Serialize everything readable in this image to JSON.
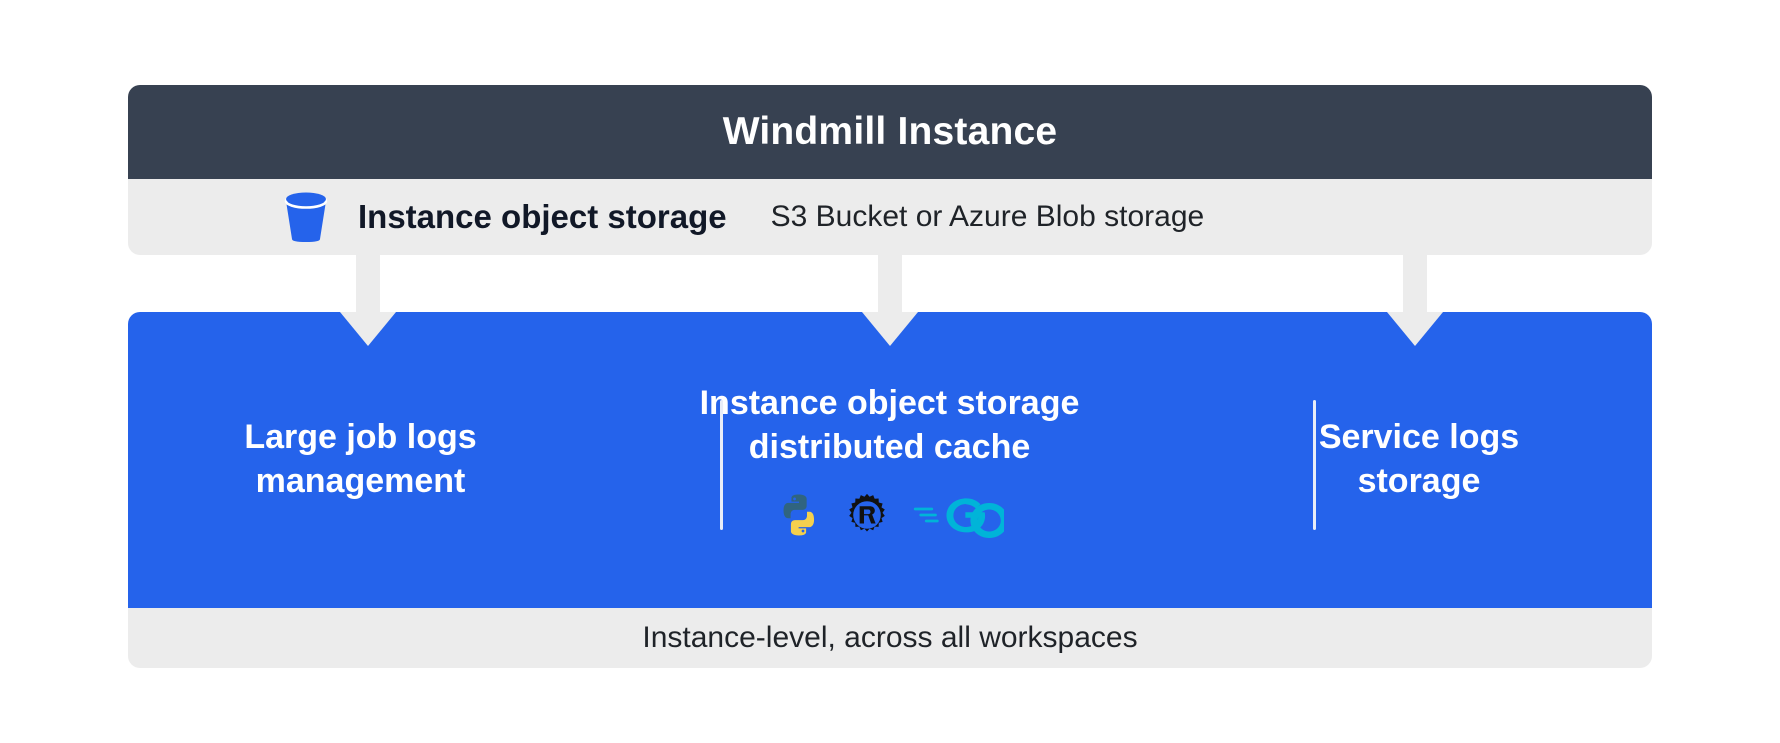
{
  "header": {
    "title": "Windmill Instance",
    "background_color": "#374151",
    "text_color": "#ffffff"
  },
  "instance_storage_row": {
    "icon": "bucket-icon",
    "title": "Instance object storage",
    "subtitle": "S3 Bucket or Azure Blob storage",
    "background_color": "#ececec"
  },
  "connectors": {
    "count": 3,
    "color": "#ececec",
    "direction": "down"
  },
  "features_panel": {
    "background_color": "#2563eb",
    "columns": [
      {
        "id": "large-job-logs-management",
        "title": "Large job logs\nmanagement",
        "logos": []
      },
      {
        "id": "instance-object-storage-distributed-cache",
        "title": "Instance object storage\ndistributed cache",
        "logos": [
          "python-logo",
          "rust-logo",
          "go-logo"
        ]
      },
      {
        "id": "service-logs-storage",
        "title": "Service logs\nstorage",
        "logos": []
      }
    ],
    "divider_color": "#e8edf8"
  },
  "caption": {
    "text": "Instance-level, across all workspaces",
    "background_color": "#ececec",
    "text_color": "#1f2328"
  },
  "colors": {
    "slate": "#374151",
    "blue": "#2563eb",
    "gray": "#ececec",
    "python_blue": "#30647f",
    "python_yellow": "#f4d04e",
    "rust_black": "#111111",
    "go_cyan": "#00b4d8"
  }
}
